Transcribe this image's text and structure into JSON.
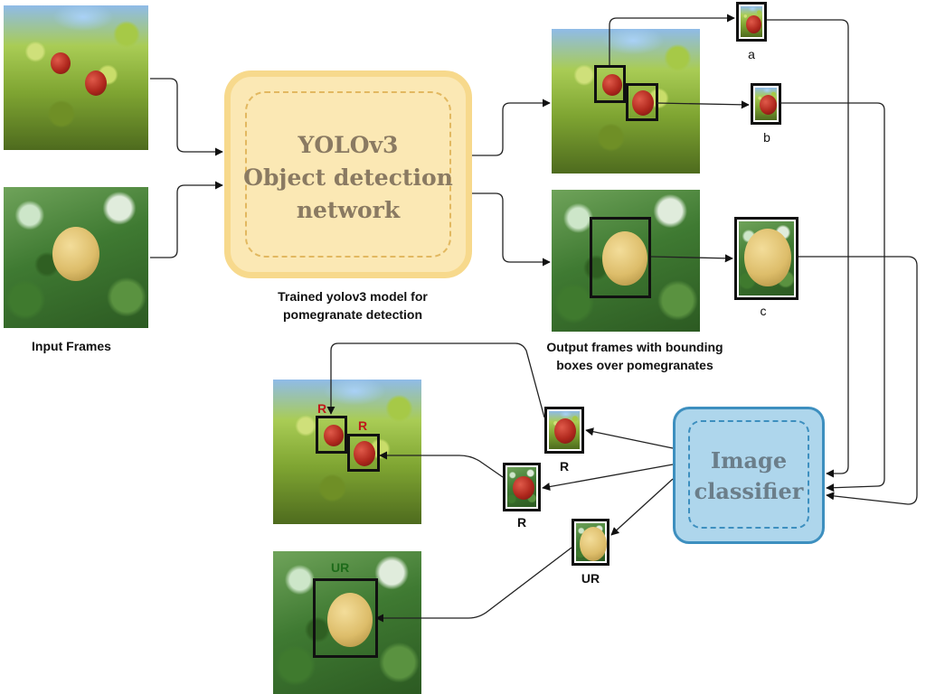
{
  "yolo": {
    "title": "YOLOv3\nObject detection\nnetwork"
  },
  "classifier": {
    "title": "Image\nclassifier"
  },
  "captions": {
    "input": "Input Frames",
    "model": "Trained yolov3 model for\npomegranate detection",
    "output": "Output frames with bounding\nboxes over pomegranates"
  },
  "crop_labels": {
    "a": "a",
    "b": "b",
    "c": "c"
  },
  "results": {
    "ripe_crop_1": "R",
    "ripe_crop_2": "R",
    "unripe_crop": "UR"
  },
  "final_tags": {
    "ripe_1": "R",
    "ripe_2": "R",
    "unripe": "UR"
  },
  "colors": {
    "ripe_tag": "#c0181a",
    "unripe_tag": "#1e6b1a",
    "yolo_fill": "#fbe8b4",
    "classifier_fill": "#aed6ec"
  }
}
